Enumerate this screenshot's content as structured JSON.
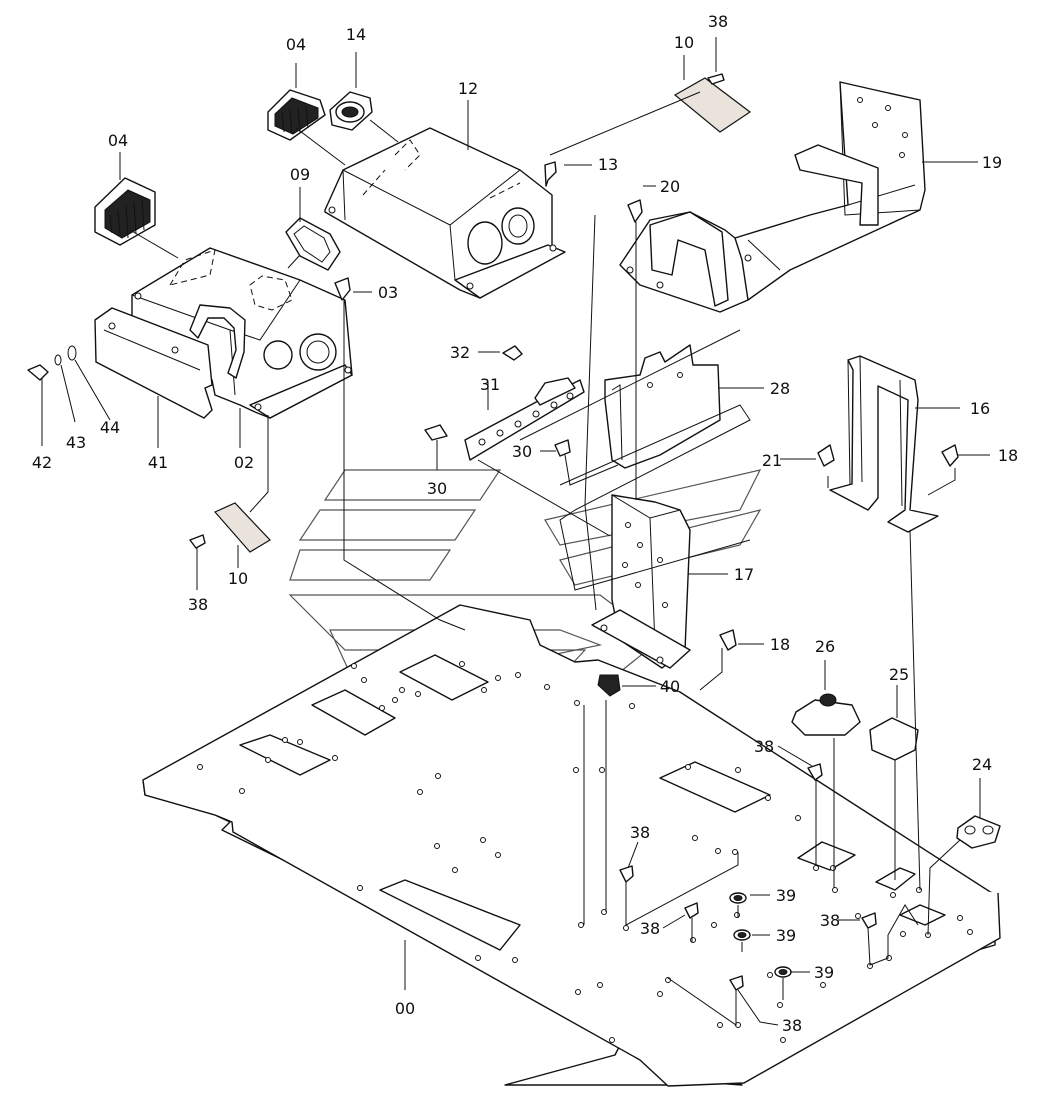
{
  "callouts": [
    {
      "id": "c04a",
      "text": "04"
    },
    {
      "id": "c14",
      "text": "14"
    },
    {
      "id": "c12",
      "text": "12"
    },
    {
      "id": "c10a",
      "text": "10"
    },
    {
      "id": "c38a",
      "text": "38"
    },
    {
      "id": "c04b",
      "text": "04"
    },
    {
      "id": "c09",
      "text": "09"
    },
    {
      "id": "c13",
      "text": "13"
    },
    {
      "id": "c19",
      "text": "19"
    },
    {
      "id": "c20",
      "text": "20"
    },
    {
      "id": "c03",
      "text": "03"
    },
    {
      "id": "c32",
      "text": "32"
    },
    {
      "id": "c31",
      "text": "31"
    },
    {
      "id": "c28",
      "text": "28"
    },
    {
      "id": "c42",
      "text": "42"
    },
    {
      "id": "c43",
      "text": "43"
    },
    {
      "id": "c44",
      "text": "44"
    },
    {
      "id": "c41",
      "text": "41"
    },
    {
      "id": "c02",
      "text": "02"
    },
    {
      "id": "c30a",
      "text": "30"
    },
    {
      "id": "c30b",
      "text": "30"
    },
    {
      "id": "c16",
      "text": "16"
    },
    {
      "id": "c21",
      "text": "21"
    },
    {
      "id": "c18a",
      "text": "18"
    },
    {
      "id": "c17",
      "text": "17"
    },
    {
      "id": "c10b",
      "text": "10"
    },
    {
      "id": "c38b",
      "text": "38"
    },
    {
      "id": "c18b",
      "text": "18"
    },
    {
      "id": "c26",
      "text": "26"
    },
    {
      "id": "c25",
      "text": "25"
    },
    {
      "id": "c40",
      "text": "40"
    },
    {
      "id": "c38c",
      "text": "38"
    },
    {
      "id": "c24",
      "text": "24"
    },
    {
      "id": "c38d",
      "text": "38"
    },
    {
      "id": "c38e",
      "text": "38"
    },
    {
      "id": "c39a",
      "text": "39"
    },
    {
      "id": "c38f",
      "text": "38"
    },
    {
      "id": "c39b",
      "text": "39"
    },
    {
      "id": "c39c",
      "text": "39"
    },
    {
      "id": "c38g",
      "text": "38"
    },
    {
      "id": "c00",
      "text": "00"
    }
  ]
}
